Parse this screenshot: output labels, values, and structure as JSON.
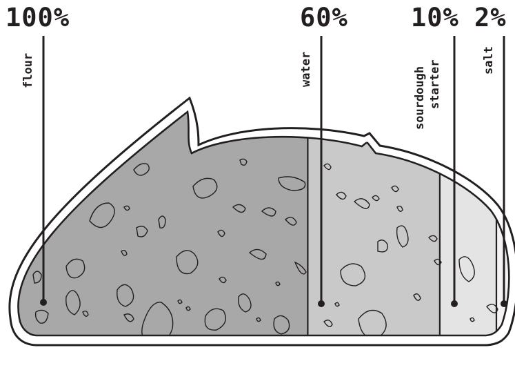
{
  "ingredients": [
    {
      "id": "flour",
      "percent": "100%",
      "label": [
        "flour"
      ],
      "share": 1.0,
      "fill": "#a8a8a8"
    },
    {
      "id": "water",
      "percent": "60%",
      "label": [
        "water"
      ],
      "share": 0.6,
      "fill": "#c9c9c9"
    },
    {
      "id": "starter",
      "percent": "10%",
      "label": [
        "sourdough",
        "starter"
      ],
      "share": 0.1,
      "fill": "#e4e4e4"
    },
    {
      "id": "salt",
      "percent": "2%",
      "label": [
        "salt"
      ],
      "share": 0.02,
      "fill": "#f3f3f3"
    }
  ],
  "colors": {
    "ink": "#231f20",
    "background": "#ffffff"
  }
}
